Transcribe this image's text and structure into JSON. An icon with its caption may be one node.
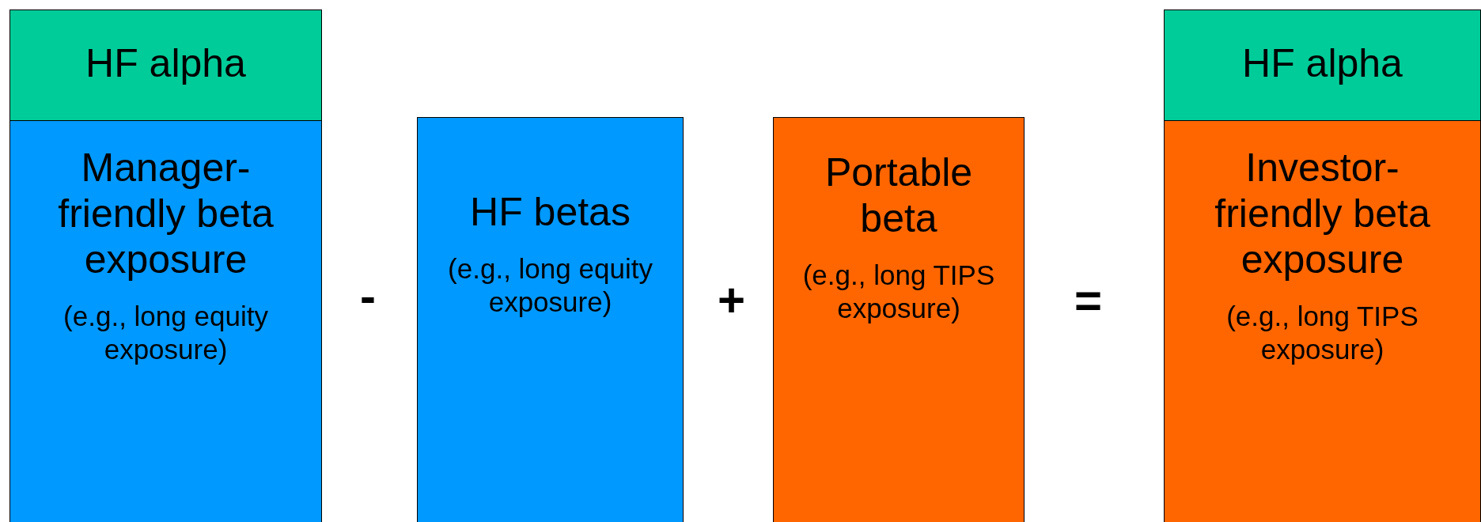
{
  "diagram": {
    "nodes": [
      {
        "text": [
          "HF alpha"
        ]
      },
      {
        "text": [
          "Manager-friendly beta exposure",
          "(e.g., long equity exposure)"
        ]
      },
      {
        "text": [
          "HF betas",
          "(e.g., long equity exposure)"
        ]
      },
      {
        "text": [
          "Portable beta",
          "(e.g., long TIPS exposure)"
        ]
      },
      {
        "text": [
          "HF alpha"
        ]
      },
      {
        "text": [
          "Investor-friendly beta exposure",
          "(e.g., long TIPS exposure)"
        ]
      }
    ],
    "edges": [],
    "labels": [
      "-",
      "+",
      "="
    ]
  }
}
